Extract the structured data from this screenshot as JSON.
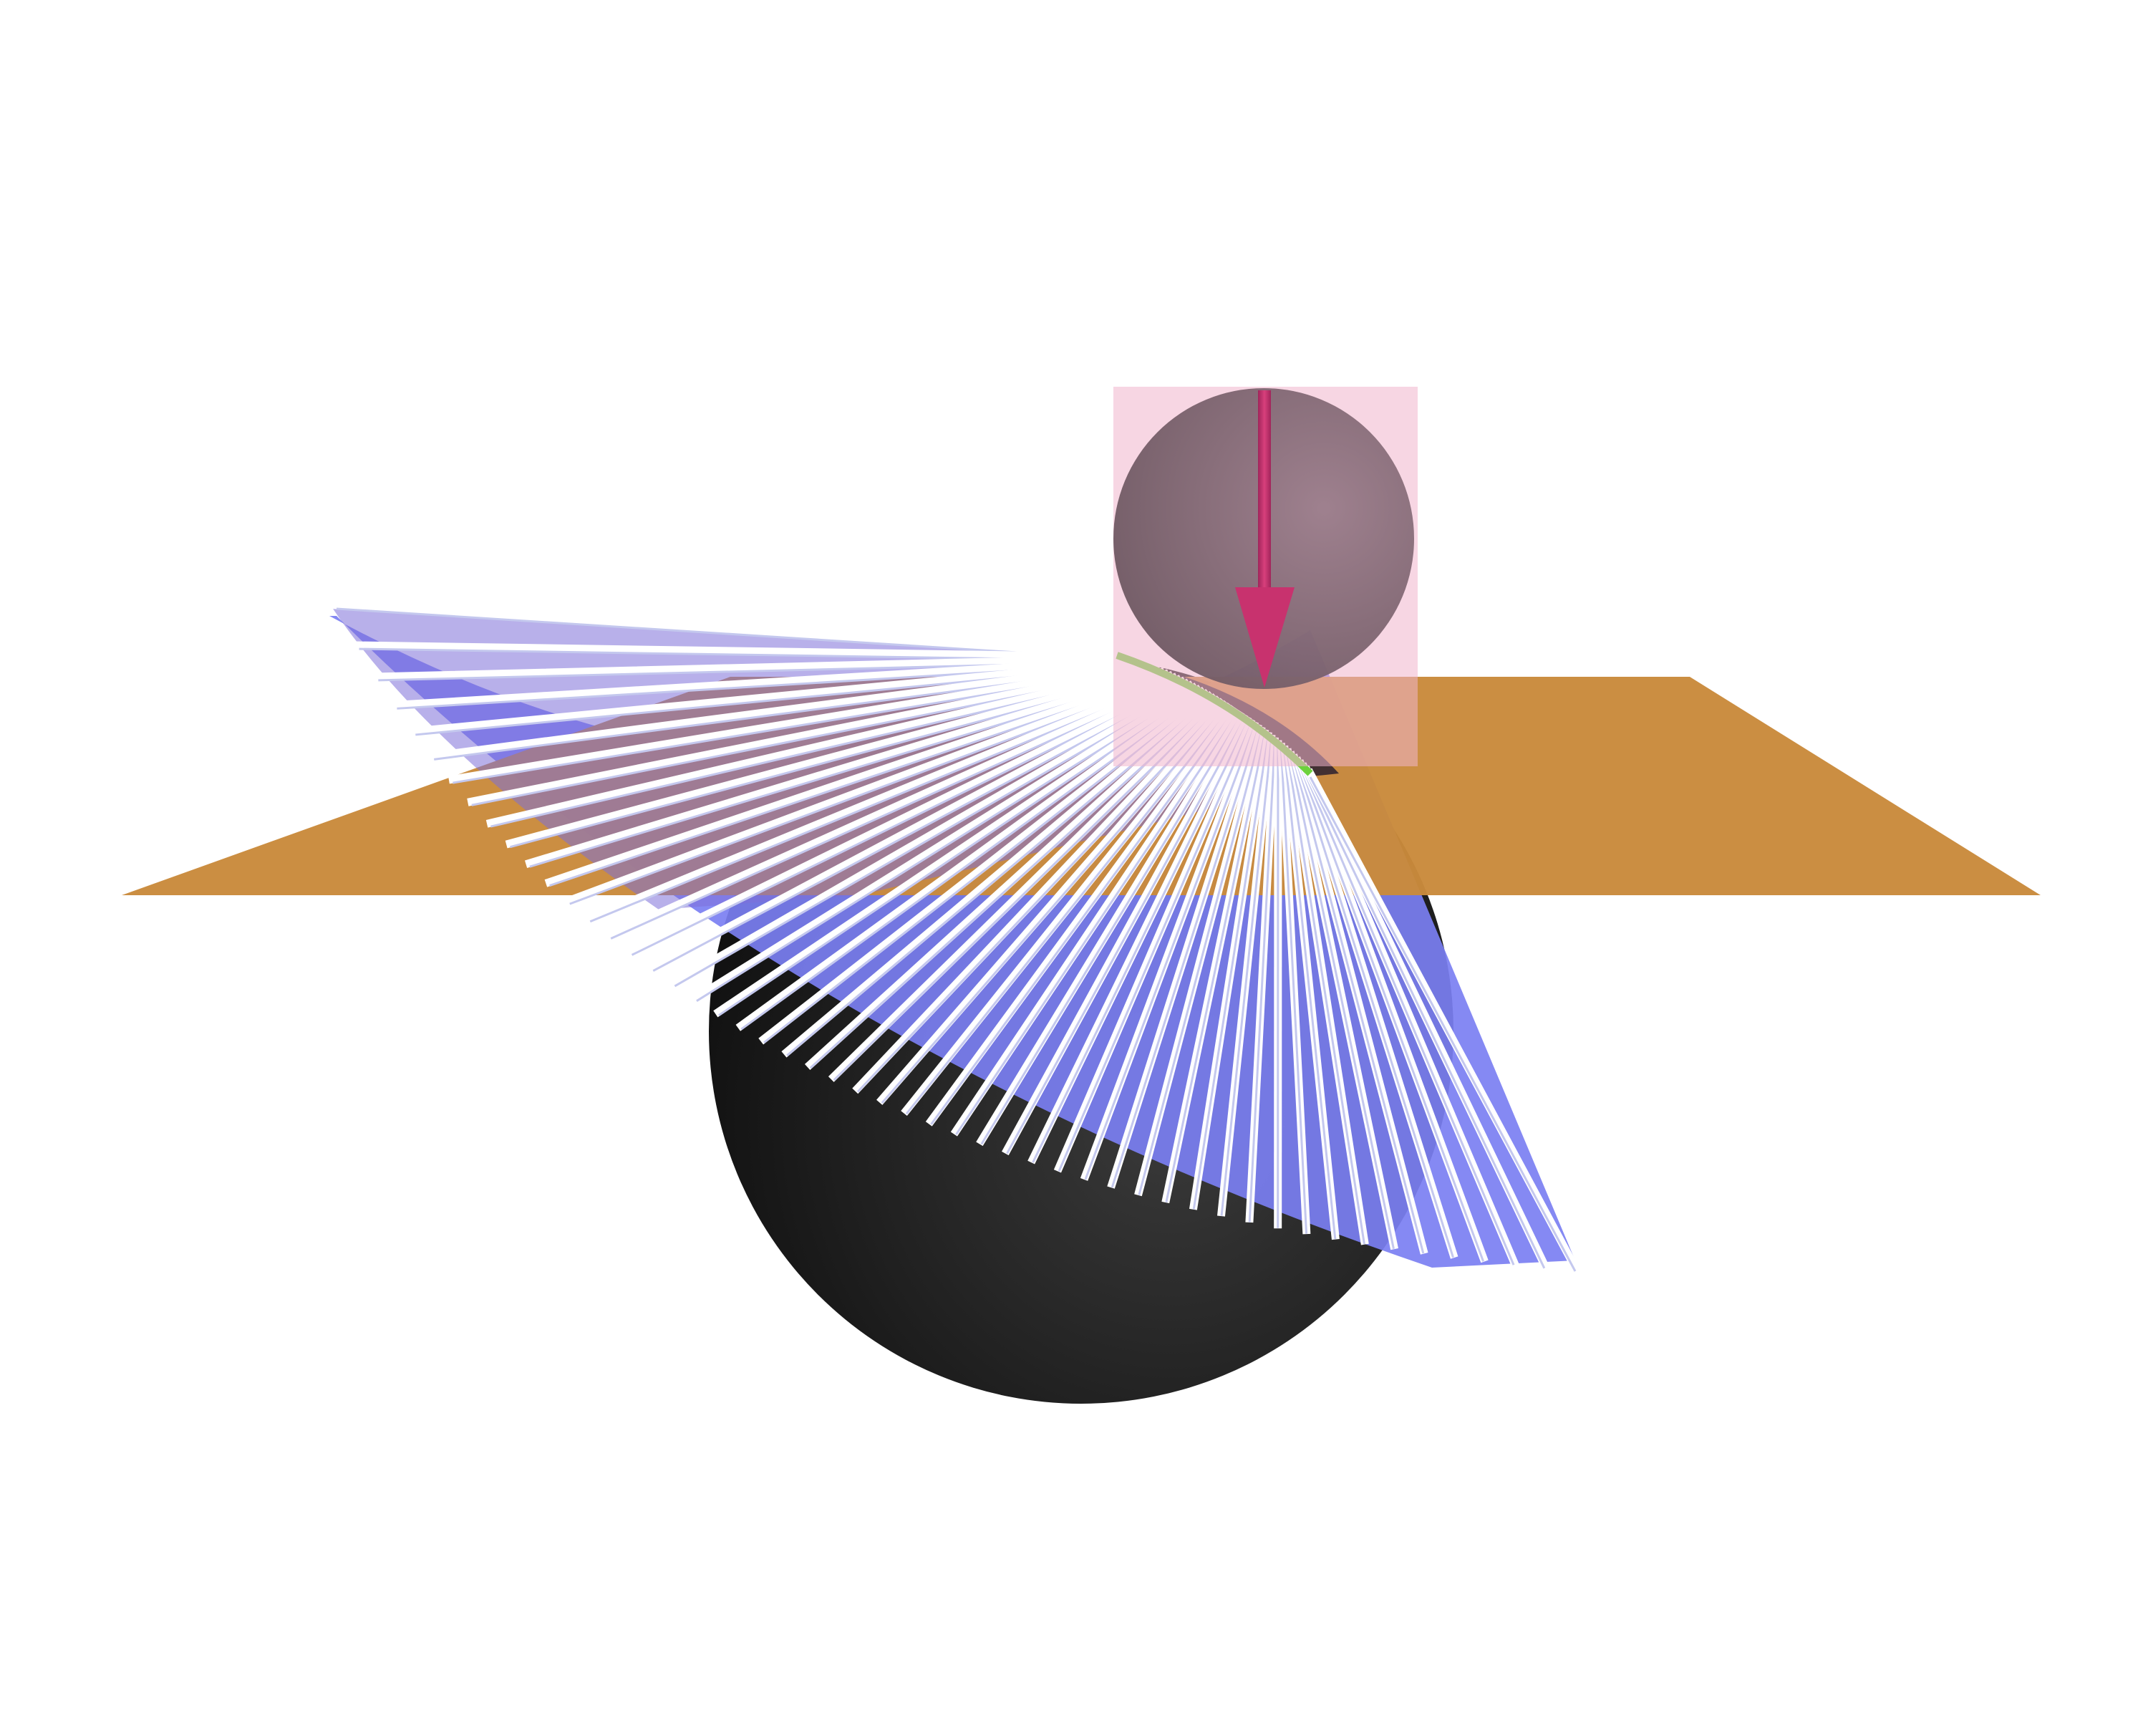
{
  "scene": {
    "background": "#ffffff",
    "colors": {
      "plane": "#c98a3c",
      "sphere": "#1e1e1e",
      "small_sphere": "#8c6e7c",
      "cylinder": "#f0b4cc",
      "arrow": "#c8326e",
      "cone_surface": "#7e82f4",
      "rods": "#ffffff",
      "curve": "#6cd23c"
    },
    "objects": [
      {
        "name": "horizontal-plane",
        "kind": "plane"
      },
      {
        "name": "large-sphere",
        "kind": "sphere"
      },
      {
        "name": "transparent-cylinder",
        "kind": "cylinder"
      },
      {
        "name": "small-sphere",
        "kind": "sphere"
      },
      {
        "name": "downward-arrow",
        "kind": "arrow"
      },
      {
        "name": "ruled-cone-surface",
        "kind": "surface"
      },
      {
        "name": "tangent-curve",
        "kind": "curve"
      }
    ],
    "rod_count": 52
  }
}
